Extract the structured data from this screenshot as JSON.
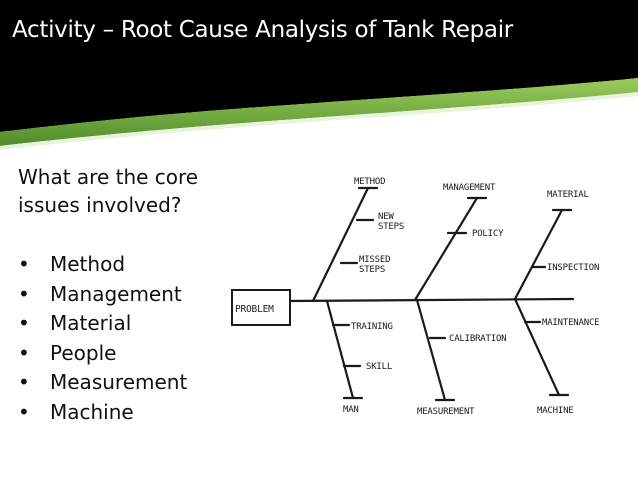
{
  "slide": {
    "title": "Activity – Root Cause Analysis of Tank Repair",
    "question": "What are the core issues involved?",
    "bullets": [
      "Method",
      "Management",
      "Material",
      "People",
      "Measurement",
      "Machine"
    ]
  },
  "diagram": {
    "head": "PROBLEM",
    "top_categories": [
      "METHOD",
      "MANAGEMENT",
      "MATERIAL"
    ],
    "bottom_categories": [
      "MAN",
      "MEASUREMENT",
      "MACHINE"
    ],
    "causes": {
      "method": [
        "NEW STEPS",
        "MISSED STEPS"
      ],
      "management": [
        "POLICY"
      ],
      "material": [
        "INSPECTION"
      ],
      "man": [
        "TRAINING",
        "SKILL"
      ],
      "measurement": [
        "CALIBRATION"
      ],
      "machine": [
        "MAINTENANCE"
      ]
    }
  },
  "colors": {
    "header_black": "#000000",
    "accent_green": "#7ab648",
    "accent_green_dark": "#4e8c2a",
    "ink": "#1a1a1a"
  }
}
